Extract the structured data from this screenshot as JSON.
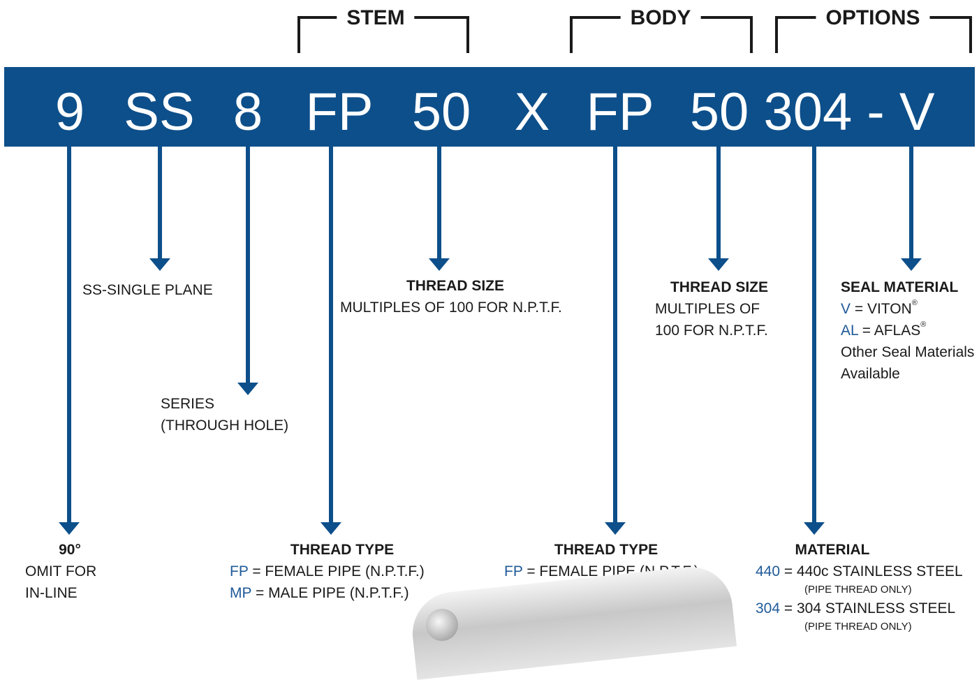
{
  "groups": {
    "stem": "STEM",
    "body": "BODY",
    "options": "OPTIONS"
  },
  "code": [
    "9",
    "SS",
    "8",
    "FP",
    "50",
    "X",
    "FP",
    "50",
    "304 - V"
  ],
  "colors": {
    "banner": "#0d4f8a",
    "arrow": "#0d4f8a",
    "accent_text": "#1f5a99"
  },
  "labels": {
    "ss": "SS-SINGLE PLANE",
    "series": {
      "line1": "SERIES",
      "line2": "(THROUGH HOLE)"
    },
    "angle": {
      "title": "90°",
      "line1": "OMIT FOR",
      "line2": "IN-LINE"
    },
    "stem_thread_type": {
      "title": "THREAD TYPE",
      "fp_code": "FP",
      "fp_text": "= FEMALE PIPE (N.P.T.F.)",
      "mp_code": "MP",
      "mp_text": "= MALE PIPE (N.P.T.F.)"
    },
    "stem_thread_size": {
      "title": "THREAD SIZE",
      "line1": "MULTIPLES OF 100 FOR N.P.T.F."
    },
    "body_thread_type": {
      "title": "THREAD TYPE",
      "fp_code": "FP",
      "fp_text": "= FEMALE PIPE (N.P.T.F.)"
    },
    "body_thread_size": {
      "title": "THREAD SIZE",
      "line1": "MULTIPLES OF",
      "line2": "100 FOR N.P.T.F."
    },
    "seal": {
      "title": "SEAL MATERIAL",
      "v_code": "V",
      "v_text": "= VITON",
      "reg": "®",
      "al_code": "AL",
      "al_text": "= AFLAS",
      "line3": "Other Seal Materials",
      "line4": "Available"
    },
    "material": {
      "title": "MATERIAL",
      "c440_code": "440",
      "c440_text": "= 440c STAINLESS STEEL",
      "note1": "(PIPE THREAD ONLY)",
      "c304_code": "304",
      "c304_text": "= 304 STAINLESS STEEL",
      "note2": "(PIPE THREAD ONLY)"
    }
  }
}
